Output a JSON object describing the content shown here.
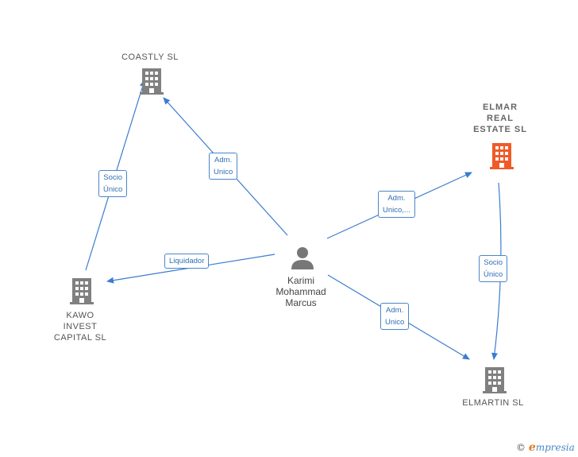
{
  "nodes": {
    "coastly": {
      "label": "COASTLY  SL"
    },
    "elmar": {
      "label": "ELMAR\nREAL\nESTATE  SL"
    },
    "kawo": {
      "label": "KAWO\nINVEST\nCAPITAL  SL"
    },
    "elmartin": {
      "label": "ELMARTIN  SL"
    },
    "person": {
      "label": "Karimi\nMohammad\nMarcus"
    }
  },
  "edges": {
    "person_coastly": "Adm.\nUnico",
    "kawo_coastly": "Socio\nÚnico",
    "person_elmar": "Adm.\nUnico,...",
    "person_kawo": "Liquidador",
    "elmar_elmartin": "Socio\nÚnico",
    "person_elmartin": "Adm.\nUnico"
  },
  "colors": {
    "edge": "#3a7cd0",
    "building": "#808080",
    "building_highlight": "#f05a28",
    "person": "#777777"
  },
  "brand": {
    "copyright": "©",
    "e": "e",
    "rest": "mpresia"
  }
}
